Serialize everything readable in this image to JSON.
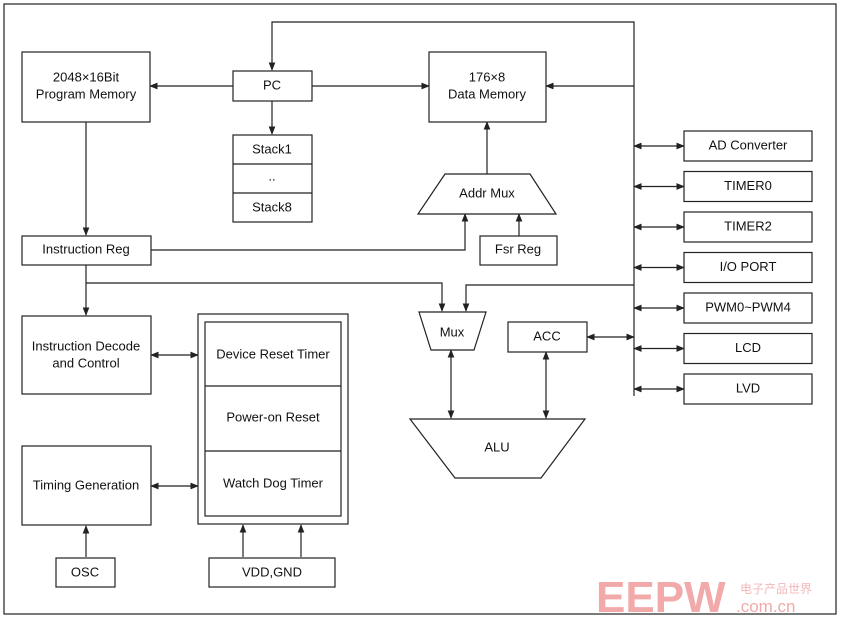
{
  "blocks": {
    "program_memory": [
      "2048×16Bit",
      "Program Memory"
    ],
    "pc": "PC",
    "data_memory": [
      "176×8",
      "Data Memory"
    ],
    "stack": [
      "Stack1",
      "..",
      "Stack8"
    ],
    "addr_mux": "Addr Mux",
    "fsr_reg": "Fsr Reg",
    "instruction_reg": "Instruction Reg",
    "instruction_decode": [
      "Instruction Decode",
      "and Control"
    ],
    "device_reset_timer": "Device Reset Timer",
    "power_on_reset": "Power-on Reset",
    "watch_dog_timer": "Watch Dog Timer",
    "timing_generation": "Timing Generation",
    "osc": "OSC",
    "vdd_gnd": "VDD,GND",
    "mux": "Mux",
    "acc": "ACC",
    "alu": "ALU"
  },
  "peripherals": [
    "AD Converter",
    "TIMER0",
    "TIMER2",
    "I/O PORT",
    "PWM0~PWM4",
    "LCD",
    "LVD"
  ],
  "watermark": {
    "logo": "EEPW",
    "domain": ".com.cn",
    "cn": "电子产品世界"
  }
}
